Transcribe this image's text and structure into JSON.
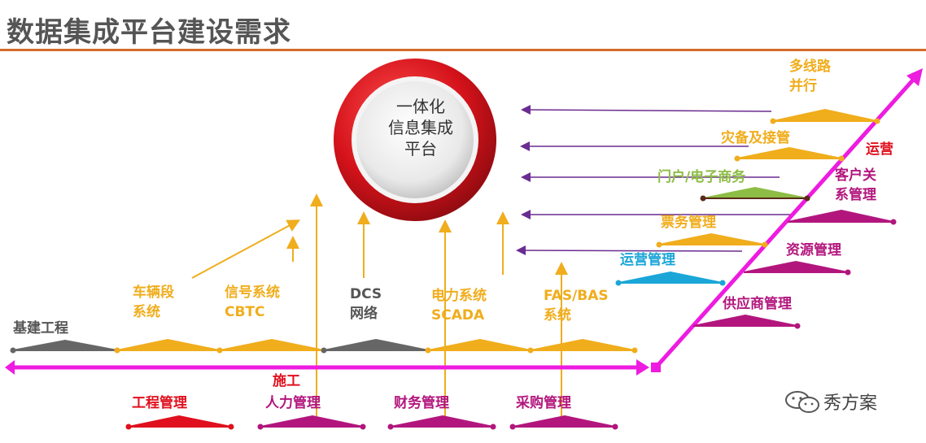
{
  "title": "数据集成平台建设需求",
  "center_platform": [
    "一体化",
    "信息集成",
    "平台"
  ],
  "timeline": {
    "left_start": "基建工程",
    "construction_label": "施工",
    "operation_label": "运营"
  },
  "construction_systems": [
    {
      "id": "vehicle",
      "lines": [
        "车辆段",
        "系统"
      ]
    },
    {
      "id": "signal",
      "lines": [
        "信号系统",
        "CBTC"
      ]
    },
    {
      "id": "dcs",
      "lines": [
        "DCS",
        "网络"
      ]
    },
    {
      "id": "power",
      "lines": [
        "电力系统",
        "SCADA"
      ]
    },
    {
      "id": "fas",
      "lines": [
        "FAS/BAS",
        "系统"
      ]
    }
  ],
  "management_items": [
    {
      "id": "engineering",
      "label": "工程管理"
    },
    {
      "id": "hr",
      "label": "人力管理"
    },
    {
      "id": "finance",
      "label": "财务管理"
    },
    {
      "id": "procurement",
      "label": "采购管理"
    }
  ],
  "operation_items": [
    {
      "id": "multiline",
      "lines": [
        "多线路",
        "并行"
      ]
    },
    {
      "id": "disaster",
      "lines": [
        "灾备及接管"
      ]
    },
    {
      "id": "portal",
      "lines": [
        "门户/电子商务"
      ]
    },
    {
      "id": "crm",
      "lines": [
        "客户关",
        "系管理"
      ]
    },
    {
      "id": "ticket",
      "lines": [
        "票务管理"
      ]
    },
    {
      "id": "resource",
      "lines": [
        "资源管理"
      ]
    },
    {
      "id": "ops",
      "lines": [
        "运营管理"
      ]
    },
    {
      "id": "supplier",
      "lines": [
        "供应商管理"
      ]
    }
  ],
  "watermark": "秀方案",
  "colors": {
    "orange": "#f0ad1c",
    "gray": "#555555",
    "red": "#e0101e",
    "magenta": "#b2167d",
    "pink_axis": "#ee1be0",
    "purple_arrow": "#6a2c91",
    "blue": "#1ba6d8",
    "green": "#8dbd45",
    "title_rule": "#d36b2a"
  }
}
